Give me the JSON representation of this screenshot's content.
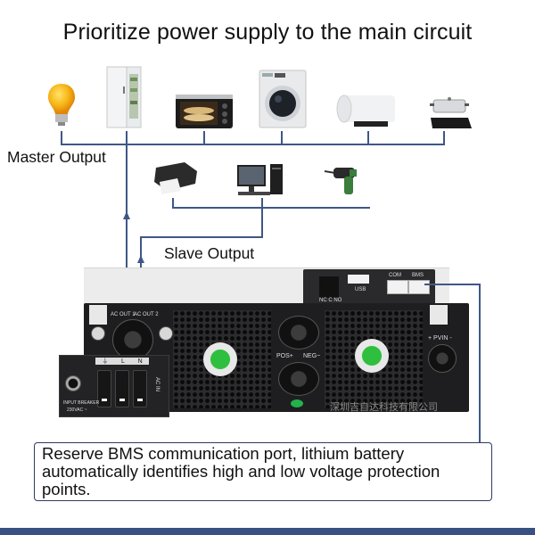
{
  "title": "Prioritize power supply to the main circuit",
  "labels": {
    "master_output": "Master Output",
    "slave_output": "Slave Output"
  },
  "master_loads": [
    {
      "name": "light-bulb-icon"
    },
    {
      "name": "refrigerator-icon"
    },
    {
      "name": "toaster-oven-icon"
    },
    {
      "name": "washing-machine-icon"
    },
    {
      "name": "water-heater-icon"
    },
    {
      "name": "induction-cooker-icon"
    }
  ],
  "slave_loads": [
    {
      "name": "printer-icon"
    },
    {
      "name": "desktop-computer-icon"
    },
    {
      "name": "power-drill-icon"
    }
  ],
  "device": {
    "ac_out_1": "AC OUT 1",
    "ac_out_2": "AC OUT 2",
    "breaker_labels": [
      "⏚",
      "L",
      "N"
    ],
    "ac_in": "AC IN",
    "input_breaker": "INPUT BREAKER",
    "input_rating": "230VAC ~",
    "pos": "POS+",
    "neg": "NEG−",
    "pv_in": "+ PVIN -",
    "comm_ports": [
      "COM",
      "BMS"
    ],
    "terminal_label": "NC C NO",
    "usb_label": "USB",
    "watermark": "深圳吉自达科技有限公司"
  },
  "note": "Reserve BMS communication port, lithium battery automatically identifies high and low voltage protection points.",
  "colors": {
    "line": "#3f5786",
    "footer_bar": "#3a5082",
    "fan_led": "#2fbf3f"
  }
}
